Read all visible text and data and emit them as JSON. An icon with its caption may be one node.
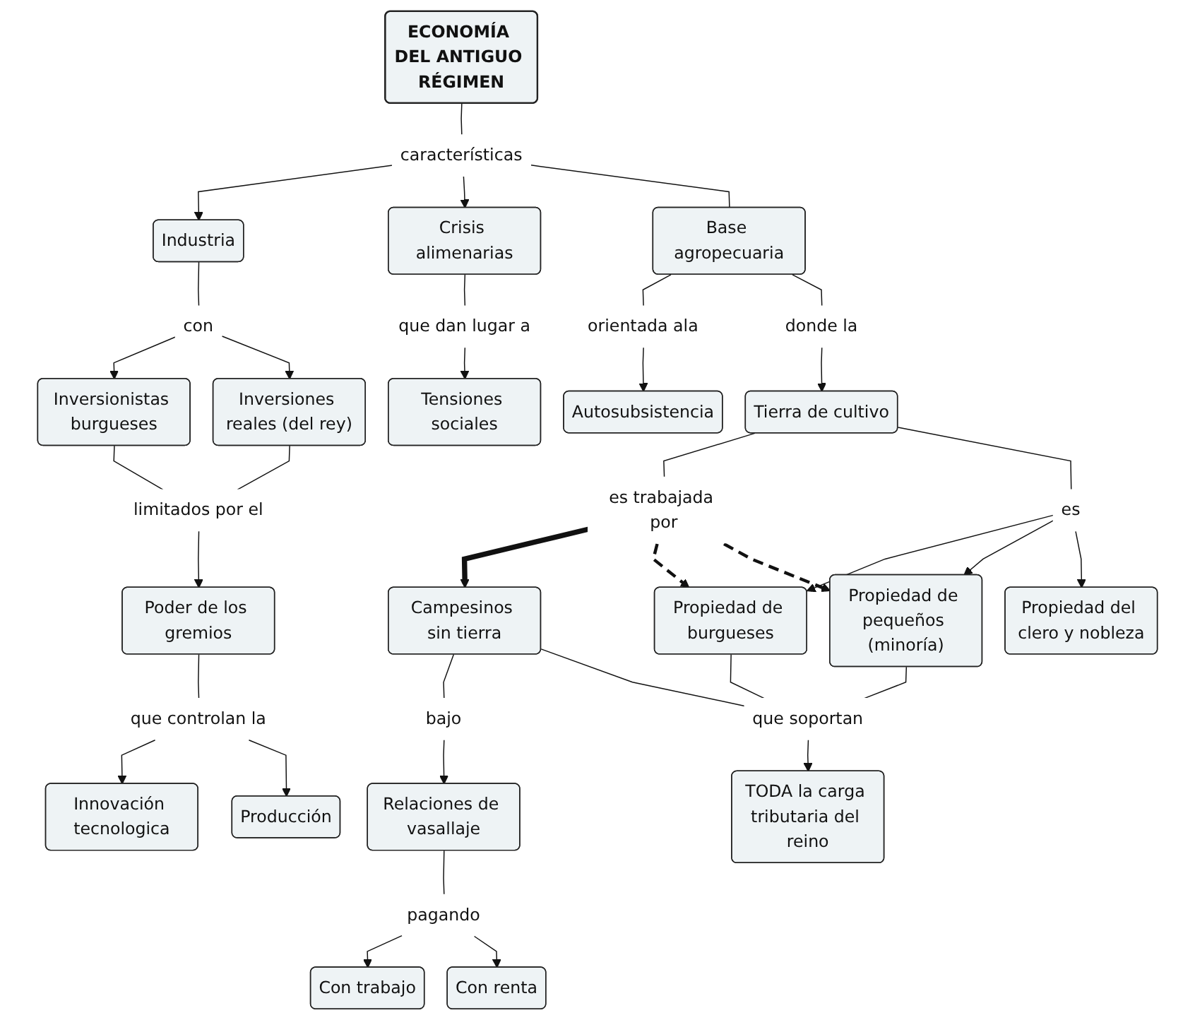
{
  "diagram": {
    "nodes": [
      {
        "text": [
          "ECONOMÍA DEL ANTIGUO RÉGIMEN"
        ]
      },
      {
        "text": [
          "Industria"
        ]
      },
      {
        "text": [
          "características"
        ]
      },
      {
        "text": [
          "Crisis alimenarias"
        ]
      },
      {
        "text": [
          "que dan lugar a"
        ]
      },
      {
        "text": [
          "Tensiones sociales"
        ]
      },
      {
        "text": [
          "con"
        ]
      },
      {
        "text": [
          "Base agropecuaria"
        ]
      },
      {
        "text": [
          "orientada ala"
        ]
      },
      {
        "text": [
          "Autosubsistencia"
        ]
      },
      {
        "text": [
          "Inversionistas burgueses"
        ]
      },
      {
        "text": [
          "Inversiones reales (del rey)"
        ]
      },
      {
        "text": [
          "donde la"
        ]
      },
      {
        "text": [
          "limitados por el"
        ]
      },
      {
        "text": [
          "Tierra de cultivo"
        ]
      },
      {
        "text": [
          "es"
        ]
      },
      {
        "text": [
          "Propiedad del clero y nobleza"
        ]
      },
      {
        "text": [
          "Poder de los gremios"
        ]
      },
      {
        "text": [
          "es trabajada por"
        ]
      },
      {
        "text": [
          "que controlan la"
        ]
      },
      {
        "text": [
          "Campesinos sin tierra"
        ]
      },
      {
        "text": [
          "Propiedad de burgueses"
        ]
      },
      {
        "text": [
          "Propiedad de pequeños (minoría)"
        ]
      },
      {
        "text": [
          "Innovación tecnologica"
        ]
      },
      {
        "text": [
          "Producción"
        ]
      },
      {
        "text": [
          "bajo"
        ]
      },
      {
        "text": [
          "que soportan"
        ]
      },
      {
        "text": [
          "Relaciones de vasallaje"
        ]
      },
      {
        "text": [
          "TODA la carga tributaria del reino"
        ]
      },
      {
        "text": [
          "pagando"
        ]
      },
      {
        "text": [
          "Con trabajo"
        ]
      },
      {
        "text": [
          "Con renta"
        ]
      }
    ],
    "edges": [
      {
        "from": 0,
        "to": 2,
        "arrow": "none"
      },
      {
        "from": 2,
        "to": 1,
        "arrow": "to"
      },
      {
        "from": 2,
        "to": 3,
        "arrow": "to"
      },
      {
        "from": 2,
        "to": 7,
        "arrow": "none"
      },
      {
        "from": 3,
        "to": 4,
        "arrow": "none"
      },
      {
        "from": 4,
        "to": 5,
        "arrow": "to"
      },
      {
        "from": 1,
        "to": 6,
        "arrow": "none"
      },
      {
        "from": 6,
        "to": 10,
        "arrow": "to"
      },
      {
        "from": 6,
        "to": 11,
        "arrow": "to"
      },
      {
        "from": 7,
        "to": 8,
        "arrow": "none"
      },
      {
        "from": 8,
        "to": 9,
        "arrow": "to"
      },
      {
        "from": 7,
        "to": 12,
        "arrow": "none"
      },
      {
        "from": 12,
        "to": 14,
        "arrow": "to"
      },
      {
        "from": 10,
        "to": 13,
        "arrow": "none"
      },
      {
        "from": 11,
        "to": 13,
        "arrow": "none"
      },
      {
        "from": 13,
        "to": 17,
        "arrow": "to"
      },
      {
        "from": 14,
        "to": 18,
        "arrow": "none"
      },
      {
        "from": 18,
        "to": 20,
        "arrow": "to",
        "style": "thick"
      },
      {
        "from": 18,
        "to": 21,
        "arrow": "to",
        "style": "dashed"
      },
      {
        "from": 18,
        "to": 22,
        "arrow": "to",
        "style": "dashed"
      },
      {
        "from": 14,
        "to": 15,
        "arrow": "none"
      },
      {
        "from": 15,
        "to": 21,
        "arrow": "to"
      },
      {
        "from": 15,
        "to": 22,
        "arrow": "to"
      },
      {
        "from": 15,
        "to": 16,
        "arrow": "to"
      },
      {
        "from": 17,
        "to": 19,
        "arrow": "none"
      },
      {
        "from": 19,
        "to": 23,
        "arrow": "to"
      },
      {
        "from": 19,
        "to": 24,
        "arrow": "to"
      },
      {
        "from": 20,
        "to": 25,
        "arrow": "none"
      },
      {
        "from": 25,
        "to": 27,
        "arrow": "to"
      },
      {
        "from": 20,
        "to": 26,
        "arrow": "none"
      },
      {
        "from": 21,
        "to": 26,
        "arrow": "none"
      },
      {
        "from": 22,
        "to": 26,
        "arrow": "none"
      },
      {
        "from": 26,
        "to": 28,
        "arrow": "to"
      },
      {
        "from": 27,
        "to": 29,
        "arrow": "none"
      },
      {
        "from": 29,
        "to": 30,
        "arrow": "to"
      },
      {
        "from": 29,
        "to": 31,
        "arrow": "to"
      }
    ]
  }
}
